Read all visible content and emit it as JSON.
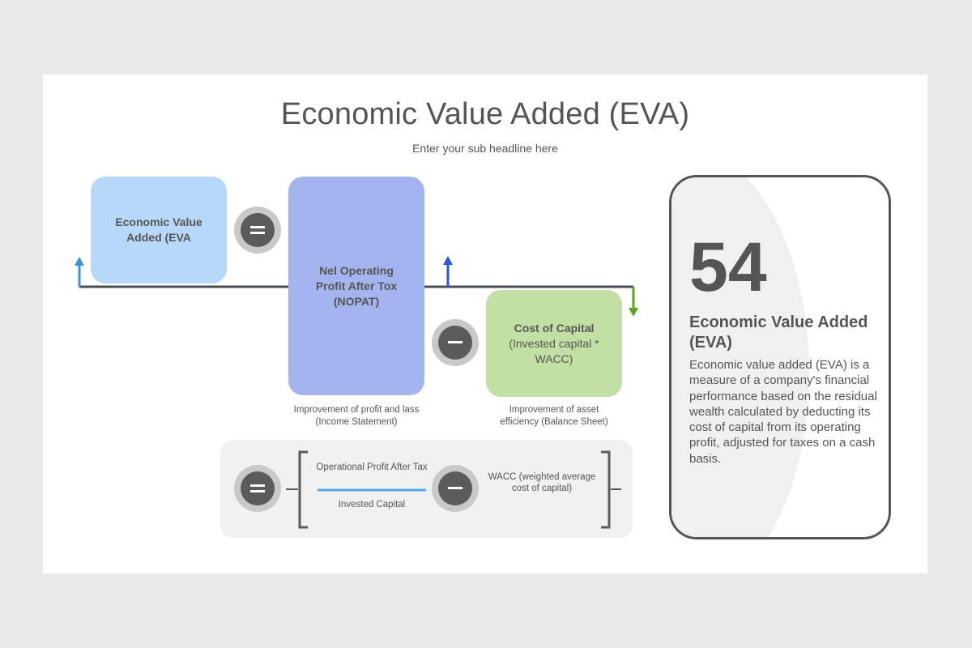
{
  "title": "Economic Value Added (EVA)",
  "subtitle": "Enter your sub headline here",
  "diagram": {
    "eva_box": "Economic Value Added (EVA",
    "nopat_box": "Nel Operating Profit After Tox (NOPAT)",
    "cost_box_title": "Cost of Capital",
    "cost_box_sub": "(Invested capital * WACC)",
    "nopat_caption": "Improvement of profit and lass (Income Statement)",
    "cost_caption": "Improvement of asset efficiency (Balance Sheet)",
    "colors": {
      "eva": "#b8d8f9",
      "nopat": "#a4b4ee",
      "cost": "#c2e0a4",
      "arrow_left": "#3d8fe0",
      "arrow_mid": "#2e57d6",
      "arrow_right": "#5aa51e"
    }
  },
  "formula": {
    "numerator": "Operational Profit After Tax",
    "denominator": "Invested Capital",
    "wacc": "WACC (weighted average cost of capital)"
  },
  "card": {
    "number": "54",
    "title": "Economic Value Added (EVA)",
    "description": "Economic value added (EVA) is a measure of a company's financial performance based on the residual wealth calculated by deducting its cost of capital from its operating profit, adjusted for taxes on a cash basis."
  }
}
